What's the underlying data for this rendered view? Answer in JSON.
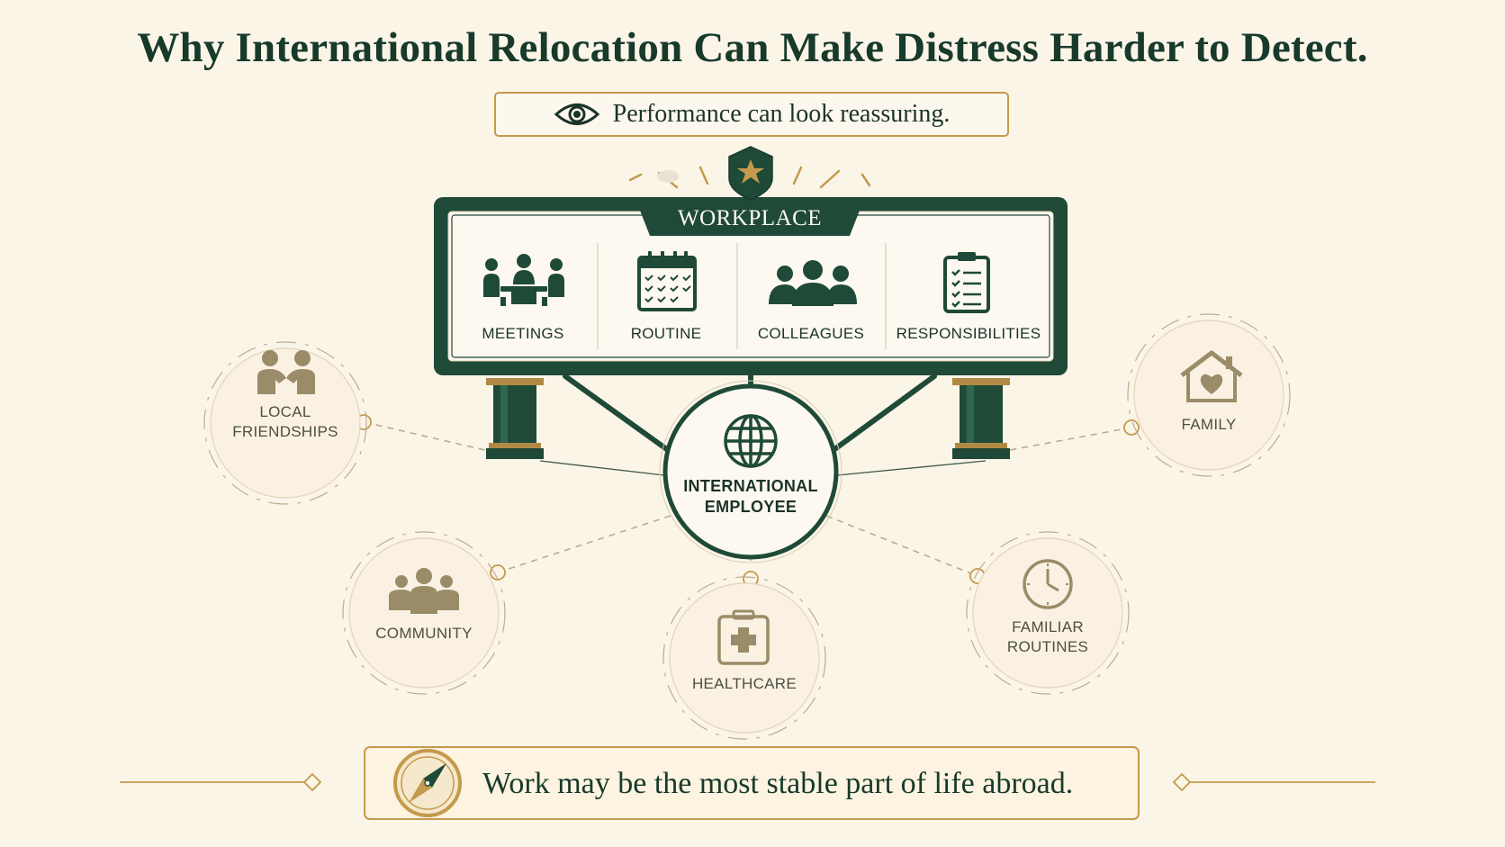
{
  "title": "Why International Relocation Can Make Distress Harder to Detect.",
  "subtitle": "Performance can look reassuring.",
  "workplace": {
    "banner": "WORKPLACE",
    "items": [
      {
        "label": "MEETINGS",
        "icon": "meeting-icon"
      },
      {
        "label": "ROUTINE",
        "icon": "calendar-icon"
      },
      {
        "label": "COLLEAGUES",
        "icon": "people-icon"
      },
      {
        "label": "RESPONSIBILITIES",
        "icon": "clipboard-icon"
      }
    ]
  },
  "center": {
    "line1": "INTERNATIONAL",
    "line2": "EMPLOYEE",
    "icon": "globe-icon"
  },
  "satellites": {
    "local_friendships": {
      "line1": "LOCAL",
      "line2": "FRIENDSHIPS",
      "icon": "handshake-people-icon"
    },
    "community": {
      "label": "COMMUNITY",
      "icon": "group-icon"
    },
    "healthcare": {
      "label": "HEALTHCARE",
      "icon": "medical-kit-icon"
    },
    "familiar_routines": {
      "line1": "FAMILIAR",
      "line2": "ROUTINES",
      "icon": "clock-icon"
    },
    "family": {
      "label": "FAMILY",
      "icon": "house-heart-icon"
    }
  },
  "footer": {
    "text": "Work may be the most stable part of life abroad.",
    "icon": "compass-icon"
  },
  "colors": {
    "green": "#1f4a37",
    "gold": "#c49a4c",
    "muted": "#8f8668",
    "background": "#fbf5e8"
  }
}
